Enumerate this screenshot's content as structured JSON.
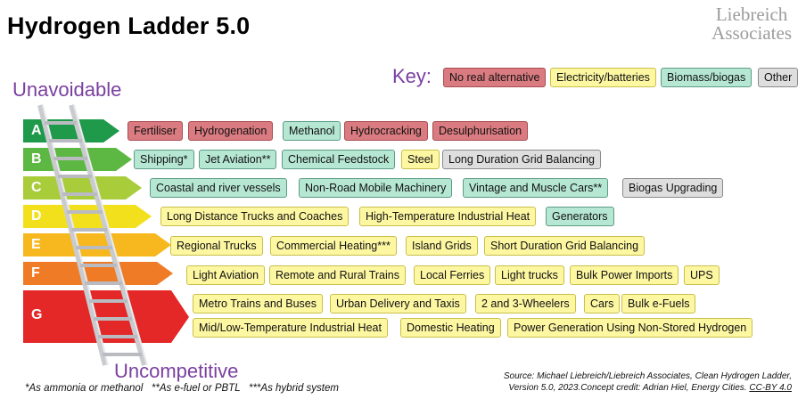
{
  "title": "Hydrogen Ladder 5.0",
  "logo": {
    "line1": "Liebreich",
    "line2": "Associates"
  },
  "top_label": "Unavoidable",
  "bottom_label": "Uncompetitive",
  "key": {
    "label": "Key:",
    "items": [
      {
        "label": "No real alternative",
        "category": "red"
      },
      {
        "label": "Electricity/batteries",
        "category": "yellow"
      },
      {
        "label": "Biomass/biogas",
        "category": "green"
      },
      {
        "label": "Other",
        "category": "grey"
      }
    ]
  },
  "colors": {
    "red": "#d97b80",
    "yellow": "#fdf7a2",
    "green": "#b6e7d3",
    "grey": "#dedede",
    "purple": "#7a3fa0",
    "rung_A": "#1e9a4a",
    "rung_B": "#5db843",
    "rung_C": "#a8cc3a",
    "rung_D": "#f2e01c",
    "rung_E": "#f7b81f",
    "rung_F": "#ef7b27",
    "rung_G": "#e42727"
  },
  "rungs": [
    {
      "letter": "A",
      "items": [
        {
          "label": "Fertiliser",
          "category": "red"
        },
        {
          "label": "Hydrogenation",
          "category": "red"
        },
        {
          "label": "Methanol",
          "category": "green"
        },
        {
          "label": "Hydrocracking",
          "category": "red"
        },
        {
          "label": "Desulphurisation",
          "category": "red"
        }
      ]
    },
    {
      "letter": "B",
      "items": [
        {
          "label": "Shipping*",
          "category": "green"
        },
        {
          "label": "Jet Aviation**",
          "category": "green"
        },
        {
          "label": "Chemical Feedstock",
          "category": "green"
        },
        {
          "label": "Steel",
          "category": "yellow"
        },
        {
          "label": "Long Duration Grid Balancing",
          "category": "grey"
        }
      ]
    },
    {
      "letter": "C",
      "items": [
        {
          "label": "Coastal and river vessels",
          "category": "green"
        },
        {
          "label": "Non-Road Mobile Machinery",
          "category": "green"
        },
        {
          "label": "Vintage and Muscle Cars**",
          "category": "green"
        },
        {
          "label": "Biogas Upgrading",
          "category": "grey"
        }
      ]
    },
    {
      "letter": "D",
      "items": [
        {
          "label": "Long Distance Trucks and Coaches",
          "category": "yellow"
        },
        {
          "label": "High-Temperature Industrial Heat",
          "category": "yellow"
        },
        {
          "label": "Generators",
          "category": "green"
        }
      ]
    },
    {
      "letter": "E",
      "items": [
        {
          "label": "Regional Trucks",
          "category": "yellow"
        },
        {
          "label": "Commercial Heating***",
          "category": "yellow"
        },
        {
          "label": "Island Grids",
          "category": "yellow"
        },
        {
          "label": "Short Duration Grid Balancing",
          "category": "yellow"
        }
      ]
    },
    {
      "letter": "F",
      "items": [
        {
          "label": "Light Aviation",
          "category": "yellow"
        },
        {
          "label": "Remote and Rural Trains",
          "category": "yellow"
        },
        {
          "label": "Local Ferries",
          "category": "yellow"
        },
        {
          "label": "Light trucks",
          "category": "yellow"
        },
        {
          "label": "Bulk Power Imports",
          "category": "yellow"
        },
        {
          "label": "UPS",
          "category": "yellow"
        }
      ]
    },
    {
      "letter": "G",
      "items": [
        {
          "label": "Metro Trains and Buses",
          "category": "yellow"
        },
        {
          "label": "Urban Delivery and Taxis",
          "category": "yellow"
        },
        {
          "label": "2 and 3-Wheelers",
          "category": "yellow"
        },
        {
          "label": "Cars",
          "category": "yellow"
        },
        {
          "label": "Bulk e-Fuels",
          "category": "yellow"
        },
        {
          "label": "Mid/Low-Temperature Industrial Heat",
          "category": "yellow"
        },
        {
          "label": "Domestic Heating",
          "category": "yellow"
        },
        {
          "label": "Power Generation Using Non-Stored Hydrogen",
          "category": "yellow"
        }
      ]
    }
  ],
  "footnote": "*As ammonia or methanol   **As e-fuel or PBTL   ***As hybrid system",
  "source_line1": "Source: Michael Liebreich/Liebreich Associates, Clean Hydrogen Ladder,",
  "source_line2": "Version 5.0, 2023.Concept credit: Adrian Hiel, Energy Cities.",
  "license": "CC-BY 4.0"
}
